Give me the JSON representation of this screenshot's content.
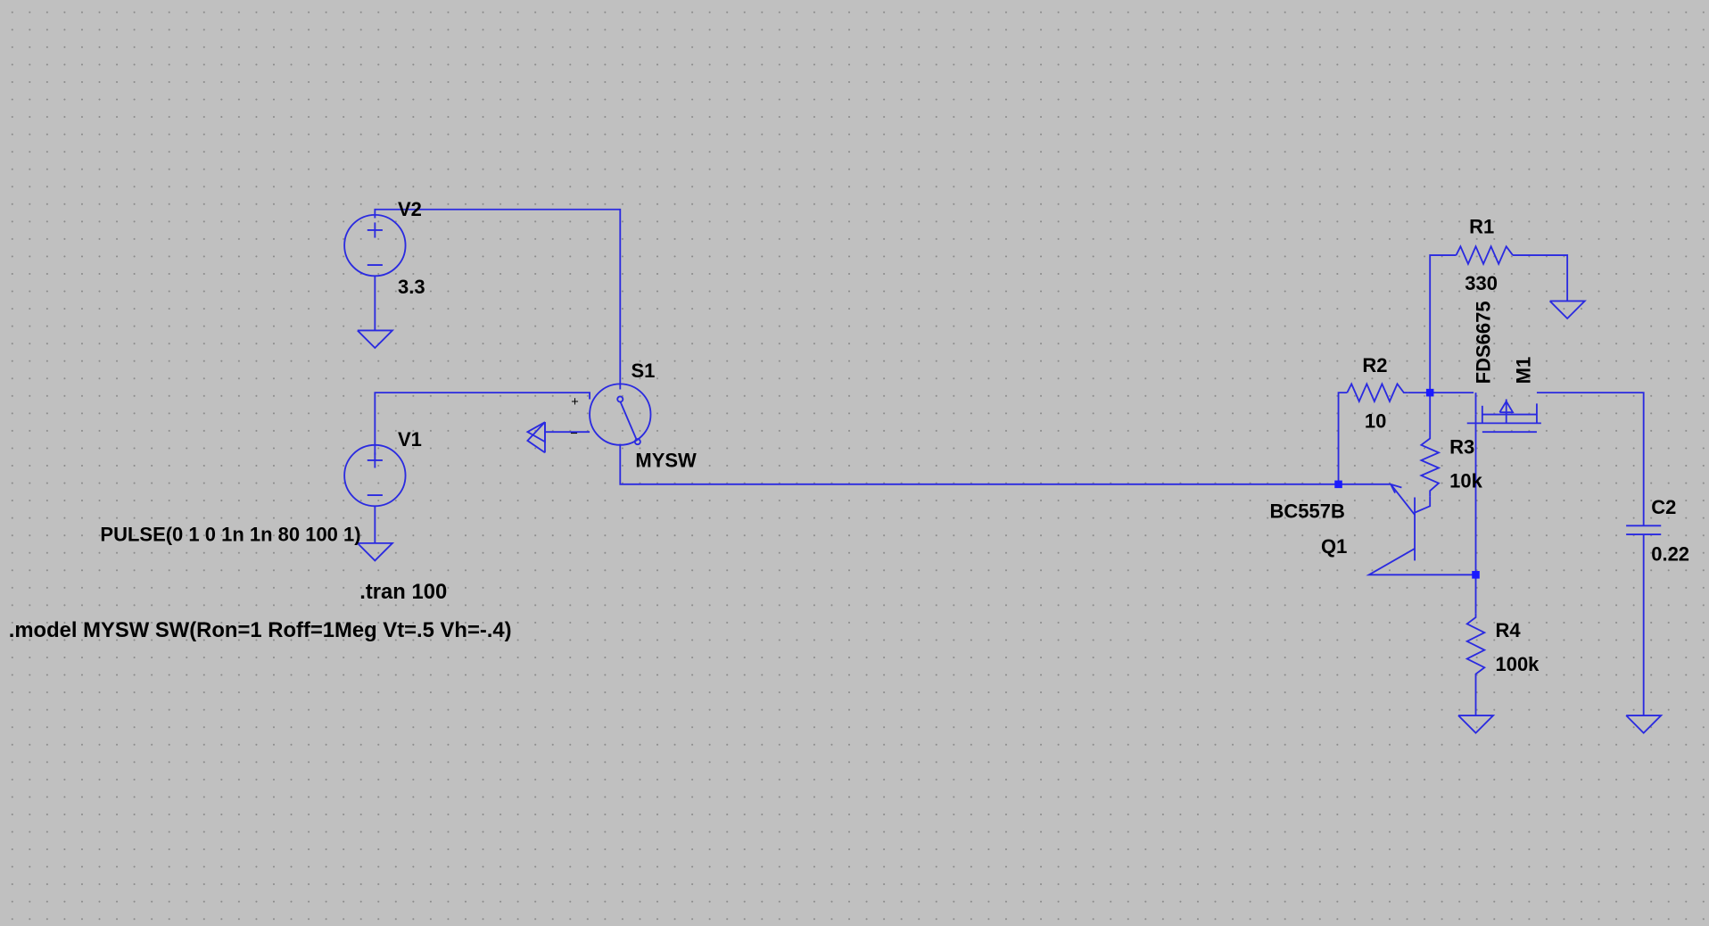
{
  "components": {
    "V2": {
      "ref": "V2",
      "value": "3.3"
    },
    "V1": {
      "ref": "V1",
      "value": "PULSE(0 1 0 1n 1n 80 100 1)"
    },
    "S1": {
      "ref": "S1",
      "value": "MYSW",
      "plus": "+",
      "minus": "−"
    },
    "R1": {
      "ref": "R1",
      "value": "330"
    },
    "R2": {
      "ref": "R2",
      "value": "10"
    },
    "R3": {
      "ref": "R3",
      "value": "10k"
    },
    "R4": {
      "ref": "R4",
      "value": "100k"
    },
    "Q1": {
      "ref": "Q1",
      "value": "BC557B"
    },
    "M1": {
      "ref": "M1",
      "value": "FDS6675"
    },
    "C2": {
      "ref": "C2",
      "value": "0.22"
    }
  },
  "directives": {
    "tran": ".tran 100",
    "model": ".model MYSW SW(Ron=1 Roff=1Meg Vt=.5 Vh=-.4)"
  },
  "colors": {
    "background": "#c0c0c0",
    "wire": "#2a2ae0",
    "junction": "#1a1aff",
    "text": "#000000"
  }
}
